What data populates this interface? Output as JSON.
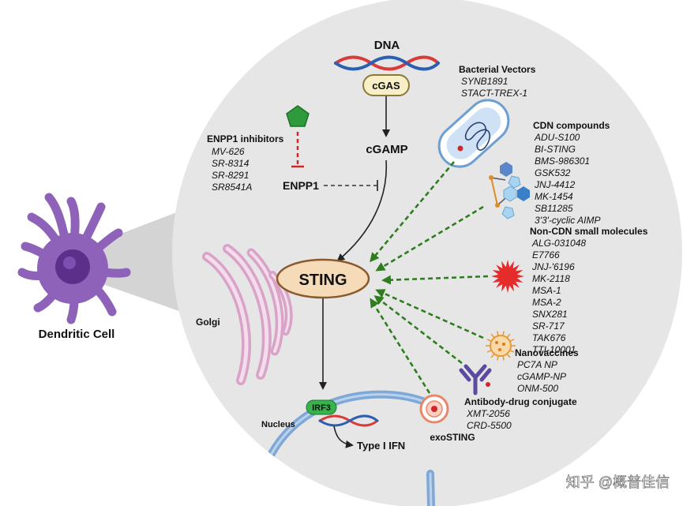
{
  "cell": {
    "label": "Dendritic Cell"
  },
  "pathway": {
    "dna": "DNA",
    "cgas": "cGAS",
    "cgamp": "cGAMP",
    "enpp1": "ENPP1",
    "sting": "STING",
    "golgi": "Golgi",
    "nucleus": "Nucleus",
    "irf3": "IRF3",
    "type1_ifn": "Type I IFN"
  },
  "groups": {
    "enpp1_inhibitors": {
      "title": "ENPP1 inhibitors",
      "items": [
        "MV-626",
        "SR-8314",
        "SR-8291",
        "SR8541A"
      ]
    },
    "bacterial_vectors": {
      "title": "Bacterial Vectors",
      "items": [
        "SYNB1891",
        "STACT-TREX-1"
      ]
    },
    "cdn_compounds": {
      "title": "CDN compounds",
      "items": [
        "ADU-S100",
        "BI-STING",
        "BMS-986301",
        "GSK532",
        "JNJ-4412",
        "MK-1454",
        "SB11285",
        "3'3'-cyclic AIMP"
      ]
    },
    "non_cdn": {
      "title": "Non-CDN small molecules",
      "items": [
        "ALG-031048",
        "E7766",
        "JNJ-'6196",
        "MK-2118",
        "MSA-1",
        "MSA-2",
        "SNX281",
        "SR-717",
        "TAK676",
        "TTI-10001"
      ]
    },
    "nanovaccines": {
      "title": "Nanovaccines",
      "items": [
        "PC7A NP",
        "cGAMP-NP",
        "ONM-500"
      ]
    },
    "adc": {
      "title": "Antibody-drug conjugate",
      "items": [
        "XMT-2056",
        "CRD-5500"
      ]
    },
    "exosting": {
      "title": "exoSTING"
    }
  },
  "watermark": "知乎 @概普佳信",
  "colors": {
    "circle": "#e6e6e6",
    "sting_fill": "#f6dbb9",
    "sting_stroke": "#8a5a2b",
    "green_arrow": "#2e7d1e",
    "inhibitor_red": "#d0262b",
    "dna_red": "#d93a3a",
    "dna_blue": "#2b5fb0",
    "cell_purple": "#8e62b8",
    "golgi_pink": "#d9a3c8",
    "nucleus_blue": "#7fa8d6"
  }
}
